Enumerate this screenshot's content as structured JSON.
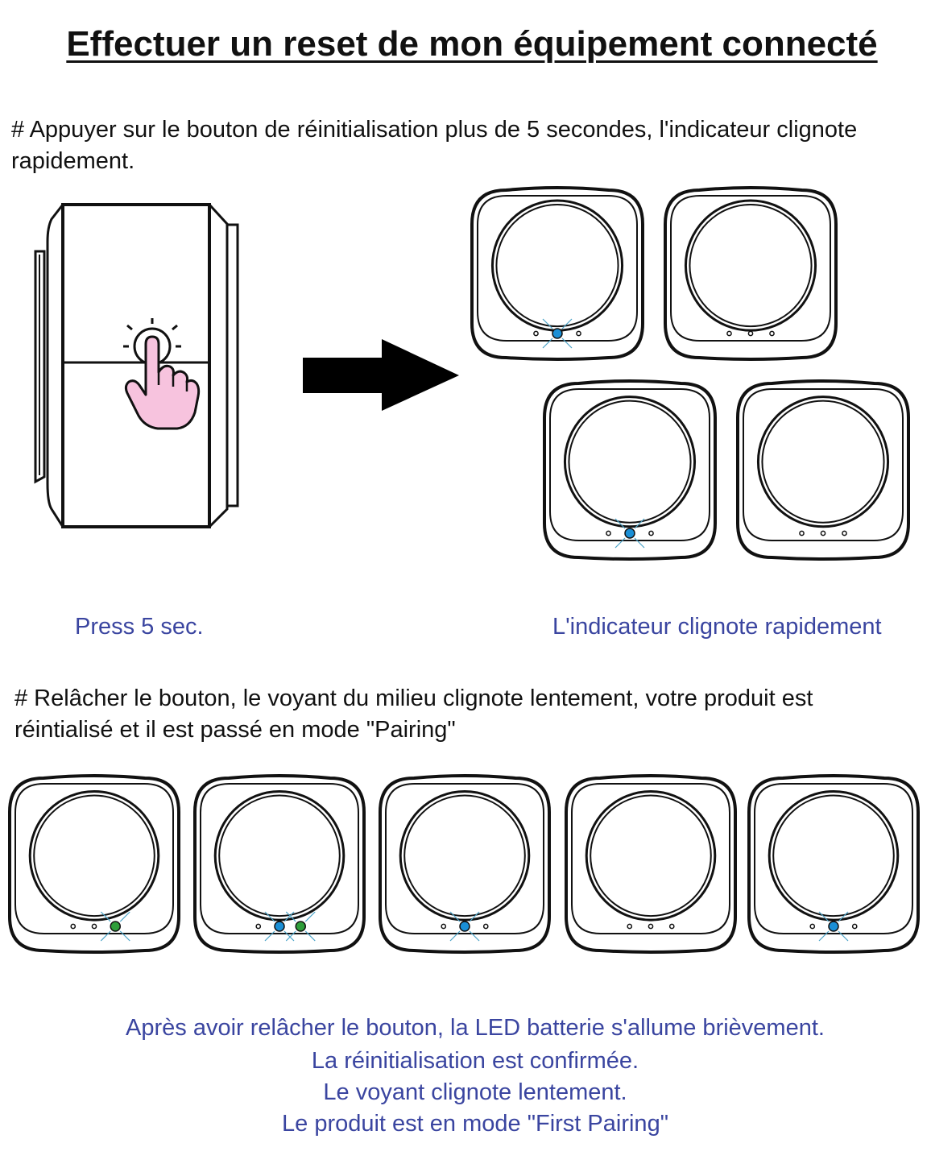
{
  "title": "Effectuer un reset de mon équipement connecté",
  "step1": {
    "text": "# Appuyer sur le bouton de réinitialisation plus de 5 secondes, l'indicateur clignote rapidement.",
    "caption_left": "Press 5 sec.",
    "caption_right": "L'indicateur clignote rapidement"
  },
  "step2": {
    "text": "# Relâcher le bouton, le voyant du milieu clignote lentement, votre produit est réintialisé et il est passé en mode \"Pairing\""
  },
  "notes": [
    "Après avoir relâcher le bouton, la LED batterie s'allume brièvement.",
    "La réinitialisation est confirmée.",
    "Le voyant clignote lentement.",
    "Le produit est en mode \"First Pairing\""
  ],
  "colors": {
    "caption": "#3a45a0",
    "led_blue": "#1a8fd6",
    "led_green": "#2e9e3a",
    "finger": "#f7c3de"
  },
  "devices_step1": [
    {
      "leds": [
        "off",
        "blue",
        "off"
      ]
    },
    {
      "leds": [
        "off",
        "off",
        "off"
      ]
    },
    {
      "leds": [
        "off",
        "blue",
        "off"
      ]
    },
    {
      "leds": [
        "off",
        "off",
        "off"
      ]
    }
  ],
  "devices_step2": [
    {
      "leds": [
        "off",
        "off",
        "green"
      ]
    },
    {
      "leds": [
        "off",
        "blue",
        "green"
      ]
    },
    {
      "leds": [
        "off",
        "blue",
        "off"
      ]
    },
    {
      "leds": [
        "off",
        "off",
        "off"
      ]
    },
    {
      "leds": [
        "off",
        "blue",
        "off"
      ]
    }
  ]
}
